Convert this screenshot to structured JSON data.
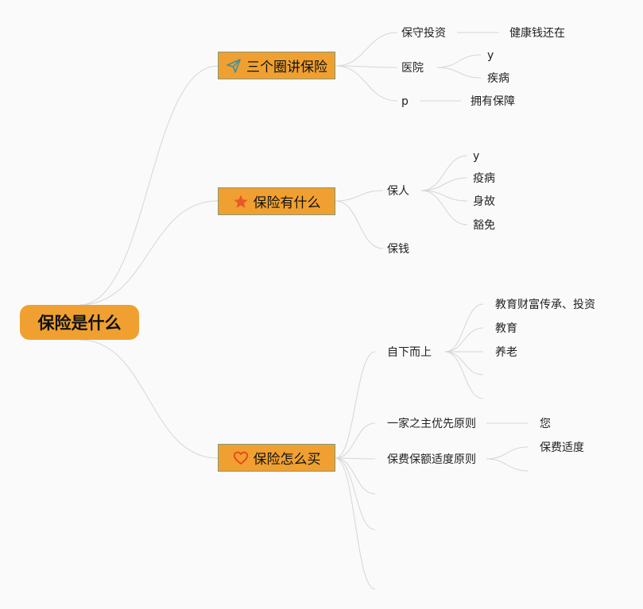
{
  "root": {
    "label": "保险是什么"
  },
  "branches": [
    {
      "label": "三个圈讲保险",
      "icon": "paper-plane-icon",
      "children": [
        {
          "label": "保守投资",
          "children": [
            "健康钱还在"
          ]
        },
        {
          "label": "医院",
          "children": [
            "y",
            "疾病"
          ]
        },
        {
          "label": "p",
          "children": [
            "拥有保障"
          ]
        }
      ]
    },
    {
      "label": "保险有什么",
      "icon": "star-icon",
      "children": [
        {
          "label": "保人",
          "children": [
            "y",
            "疫病",
            "身故",
            "豁免"
          ]
        },
        {
          "label": "保钱",
          "children": []
        }
      ]
    },
    {
      "label": "保险怎么买",
      "icon": "heart-icon",
      "children": [
        {
          "label": "自下而上",
          "children": [
            "教育财富传承、投资",
            "教育",
            "养老",
            "",
            ""
          ]
        },
        {
          "label": "一家之主优先原则",
          "children": [
            "您"
          ]
        },
        {
          "label": "保费保额适度原则",
          "children": [
            "保费适度",
            ""
          ]
        },
        {
          "label": "",
          "children": []
        },
        {
          "label": "",
          "children": []
        },
        {
          "label": "",
          "children": []
        }
      ]
    }
  ],
  "colors": {
    "node_fill": "#f0a030",
    "branch_border": "#7f9a80",
    "edge": "#d6d6d6",
    "plane_icon": "#3d8fa0",
    "star_icon": "#e8582a",
    "heart_icon": "#e8411a"
  }
}
